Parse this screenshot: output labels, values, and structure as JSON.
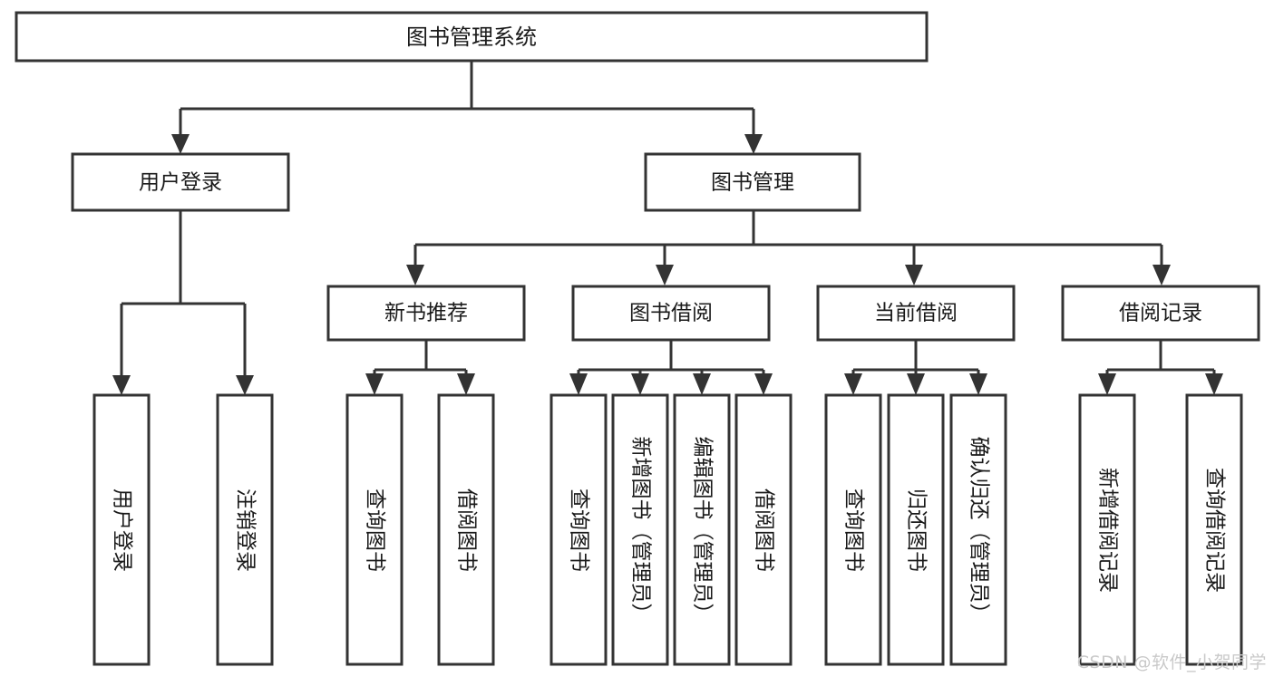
{
  "diagram": {
    "title": "图书管理系统",
    "type": "hierarchy-tree",
    "watermark": "CSDN @软件_小贺同学",
    "colors": {
      "box_stroke": "#333333",
      "box_fill": "#ffffff",
      "text": "#1a1a1a",
      "watermark": "#c9c9c9"
    },
    "levels": {
      "root": {
        "label": "图书管理系统"
      },
      "level2": [
        {
          "label": "用户登录"
        },
        {
          "label": "图书管理"
        }
      ],
      "level3": [
        {
          "label": "新书推荐"
        },
        {
          "label": "图书借阅"
        },
        {
          "label": "当前借阅"
        },
        {
          "label": "借阅记录"
        }
      ],
      "leaves": {
        "user_login": [
          {
            "label": "用户登录"
          },
          {
            "label": "注销登录"
          }
        ],
        "new_book_recommend": [
          {
            "label": "查询图书"
          },
          {
            "label": "借阅图书"
          }
        ],
        "book_borrow": [
          {
            "label": "查询图书"
          },
          {
            "label": "新增图书（管理员）"
          },
          {
            "label": "编辑图书（管理员）"
          },
          {
            "label": "借阅图书"
          }
        ],
        "current_borrow": [
          {
            "label": "查询图书"
          },
          {
            "label": "归还图书"
          },
          {
            "label": "确认归还（管理员）"
          }
        ],
        "borrow_record": [
          {
            "label": "新增借阅记录"
          },
          {
            "label": "查询借阅记录"
          }
        ]
      }
    }
  }
}
